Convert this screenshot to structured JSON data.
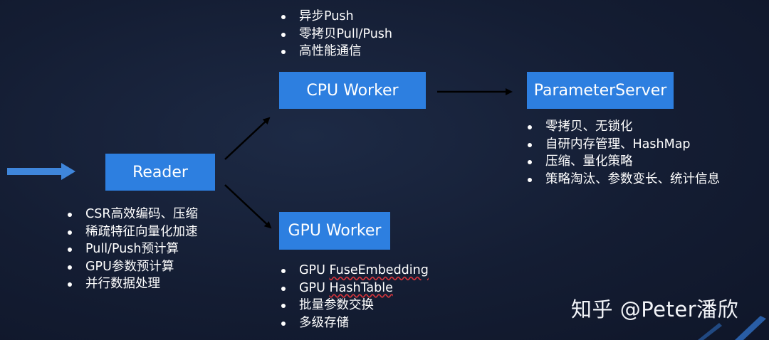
{
  "boxes": {
    "reader": "Reader",
    "cpu_worker": "CPU Worker",
    "gpu_worker": "GPU Worker",
    "parameter_server": "ParameterServer"
  },
  "lists": {
    "cpu_worker": [
      "异步Push",
      "零拷贝Pull/Push",
      "高性能通信"
    ],
    "reader": [
      "CSR高效编码、压缩",
      "稀疏特征向量化加速",
      "Pull/Push预计算",
      "GPU参数预计算",
      "并行数据处理"
    ],
    "gpu_worker": {
      "item1_prefix": "GPU ",
      "item1_word": "FuseEmbedding",
      "item2_prefix": "GPU ",
      "item2_word": "HashTable",
      "item3": "批量参数交换",
      "item4": "多级存储"
    },
    "parameter_server": [
      "零拷贝、无锁化",
      "自研内存管理、HashMap",
      "压缩、量化策略",
      "策略淘汰、参数变长、统计信息"
    ]
  },
  "colors": {
    "box_fill": "#2d7fe0",
    "input_arrow": "#3f86db",
    "connector": "#000000",
    "background": "#141d33"
  },
  "watermark": "知乎 @Peter潘欣"
}
